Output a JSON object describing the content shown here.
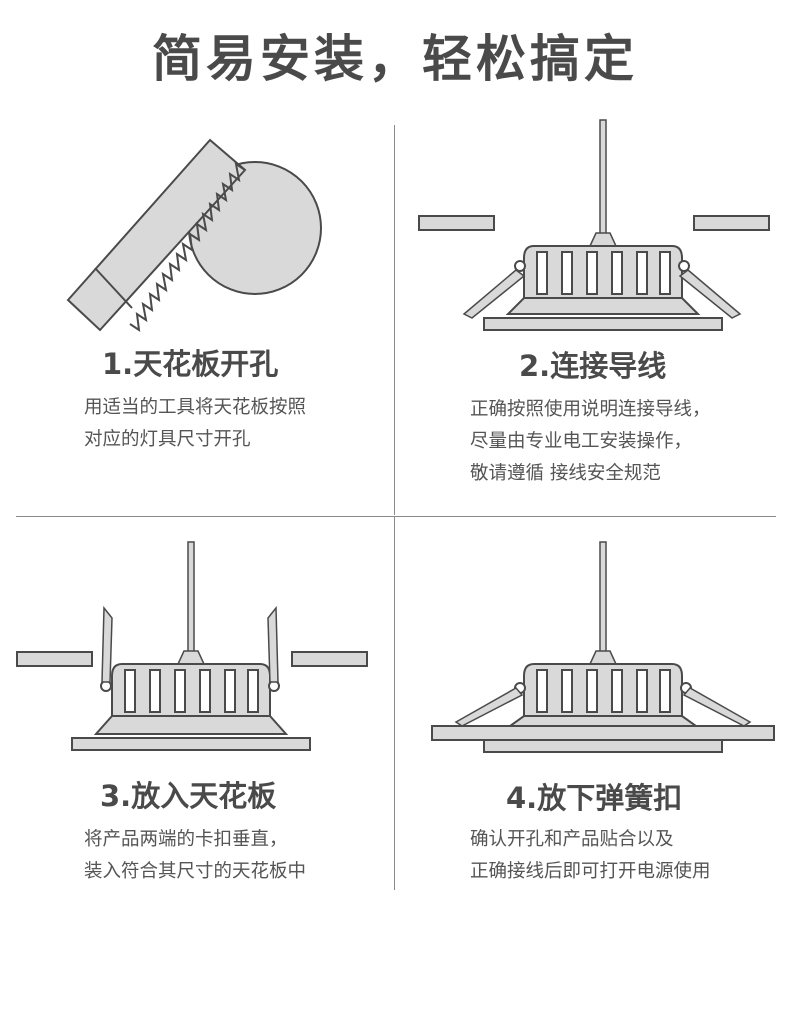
{
  "header": {
    "title": "简易安装，轻松搞定"
  },
  "steps": [
    {
      "title": "1.天花板开孔",
      "lines": [
        "用适当的工具将天花板按照",
        "对应的灯具尺寸开孔"
      ]
    },
    {
      "title": "2.连接导线",
      "lines": [
        "正确按照使用说明连接导线，",
        "尽量由专业电工安装操作，",
        "敬请遵循 接线安全规范"
      ]
    },
    {
      "title": "3.放入天花板",
      "lines": [
        "将产品两端的卡扣垂直，",
        "装入符合其尺寸的天花板中"
      ]
    },
    {
      "title": "4.放下弹簧扣",
      "lines": [
        "确认开孔和产品贴合以及",
        "正确接线后即可打开电源使用"
      ]
    }
  ],
  "colors": {
    "line": "#4a4a4a",
    "fill": "#d9d9d9",
    "text": "#4a4a4a"
  },
  "illustrations": [
    "saw-cutting-hole",
    "light-wiring",
    "light-insert",
    "light-installed"
  ]
}
